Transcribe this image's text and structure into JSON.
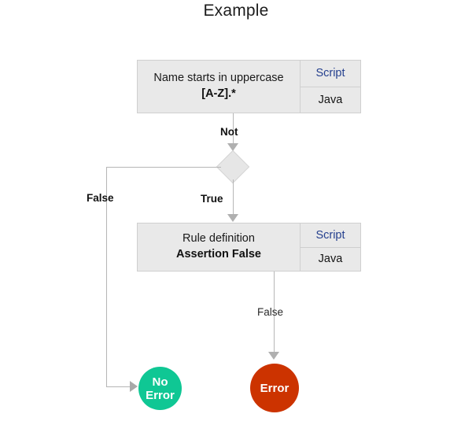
{
  "diagram": {
    "title": "Example",
    "colors": {
      "box_fill": "#e9e9e9",
      "box_border": "#cfcfcf",
      "script_link": "#26418f",
      "diamond_fill": "#e6e6e6",
      "connector": "#b6b6b6",
      "no_error_circle": "#0fc794",
      "error_circle": "#cc3300"
    },
    "nodes": {
      "rule_one": {
        "title": "Name starts in uppercase",
        "value": "[A-Z].*",
        "script_label": "Script",
        "language_label": "Java"
      },
      "decision": {
        "shape": "diamond",
        "incoming_label": "Not"
      },
      "rule_two": {
        "title": "Rule definition",
        "value": "Assertion False",
        "script_label": "Script",
        "language_label": "Java"
      },
      "no_error": {
        "line1": "No",
        "line2": "Error"
      },
      "error": {
        "line1": "Error"
      }
    },
    "edges": {
      "rule_one_to_decision": "Not",
      "decision_false": "False",
      "decision_true": "True",
      "rule_two_to_error": "False"
    }
  }
}
